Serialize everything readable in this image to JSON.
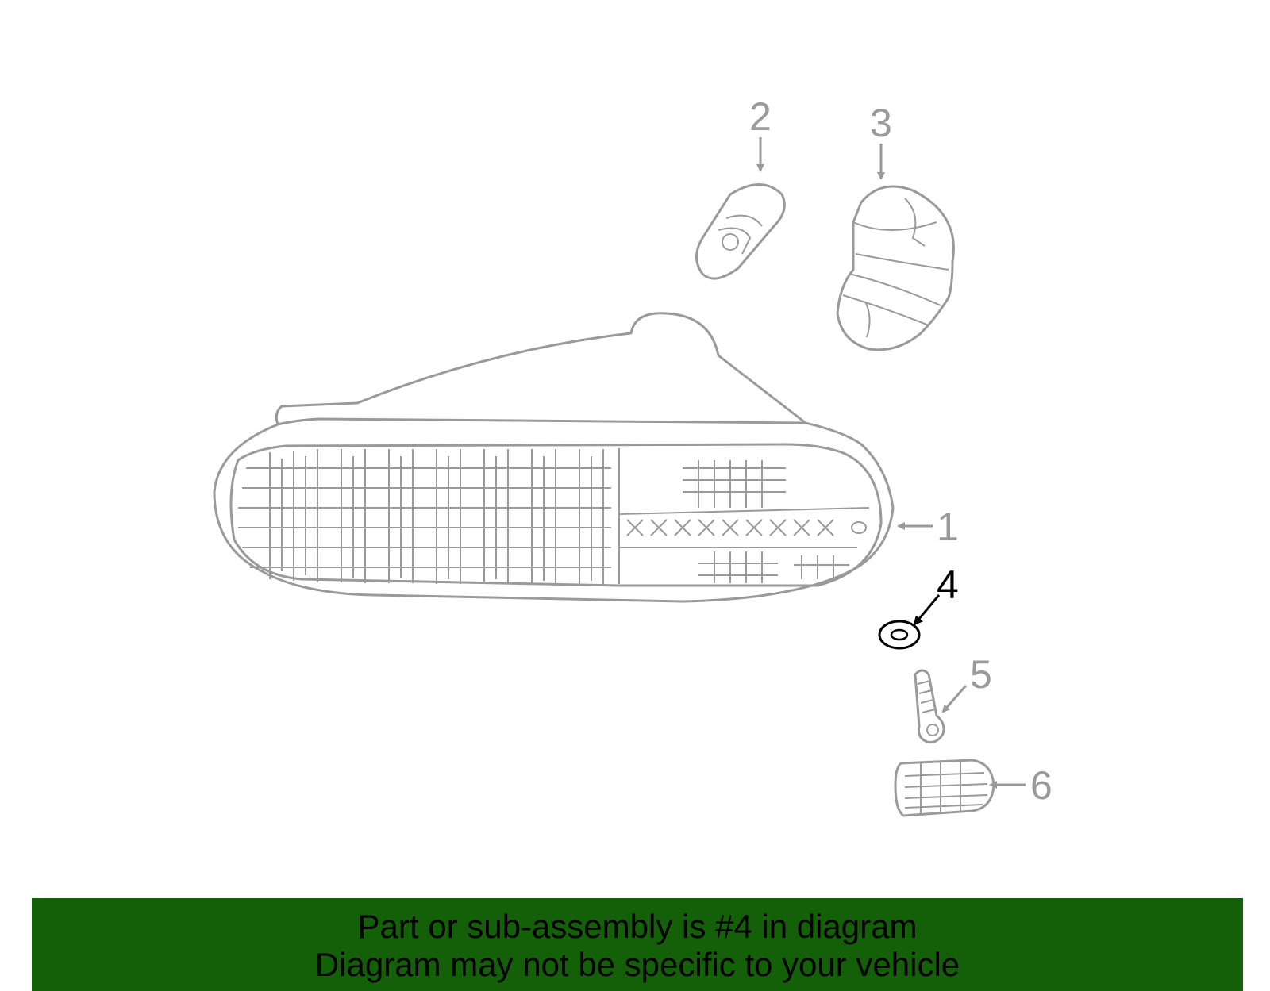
{
  "diagram": {
    "callouts": [
      {
        "id": 1,
        "label": "1",
        "highlighted": false
      },
      {
        "id": 2,
        "label": "2",
        "highlighted": false
      },
      {
        "id": 3,
        "label": "3",
        "highlighted": false
      },
      {
        "id": 4,
        "label": "4",
        "highlighted": true
      },
      {
        "id": 5,
        "label": "5",
        "highlighted": false
      },
      {
        "id": 6,
        "label": "6",
        "highlighted": false
      }
    ],
    "colors": {
      "part_line": "#9a9a9a",
      "highlight": "#000000",
      "banner_bg": "#146008"
    }
  },
  "banner": {
    "line1": "Part or sub-assembly is #4 in diagram",
    "line2": "Diagram may not be specific to your vehicle"
  }
}
